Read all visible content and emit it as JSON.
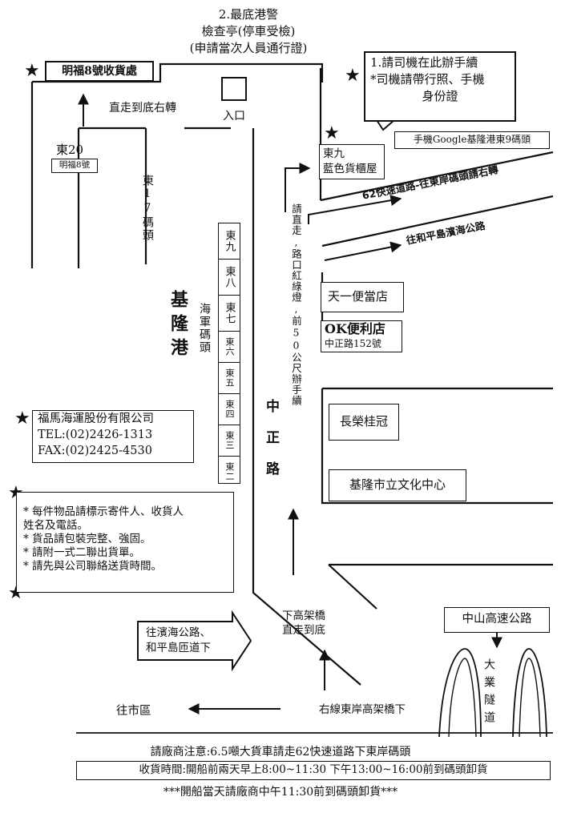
{
  "checkpoint": {
    "line1": "2.最底港警",
    "line2": "檢查亭(停車受檢)",
    "line3": "(申請當次人員通行證)"
  },
  "entrance_label": "入口",
  "mingfu_label": "明福8號收貨處",
  "go_straight_right": "直走到底右轉",
  "east20": {
    "name": "東20",
    "sub": "明福8號"
  },
  "east17": "東17碼頭",
  "keelung_port": "基隆港",
  "navy_wharf": "海軍碼頭",
  "wharves": [
    "東九",
    "東八",
    "東七",
    "東六",
    "東五",
    "東四",
    "東三",
    "東二"
  ],
  "driver_box": {
    "line1": "1.請司機在此辦手續",
    "line2": "*司機請帶行照、手機",
    "line3": "身份證"
  },
  "google_note": "手機Google基隆港東9碼頭",
  "east9_box": {
    "name": "東九",
    "sub": "藍色貨櫃屋"
  },
  "road_62": "62快速道路-往東岸碼頭請右轉",
  "road_heping": "往和平島濱海公路",
  "vertical_note": "請直走,路口紅綠燈,前50公尺辦手續",
  "tianyi": "天一便當店",
  "ok_store": {
    "name": "OK便利店",
    "addr": "中正路152號"
  },
  "zhongzheng_road": "中正路",
  "changrong": "長榮桂冠",
  "culture_center": "基隆市立文化中心",
  "company": {
    "name": "福馬海運股份有限公司",
    "tel": "TEL:(02)2426-1313",
    "fax": "FAX:(02)2425-4530"
  },
  "notes": [
    "*  每件物品請標示寄件人、收貨人",
    "    姓名及電話。",
    "*  貨品請包裝完整、強固。",
    "*  請附一式二聯出貨單。",
    "*  請先與公司聯絡送貨時間。"
  ],
  "overpass_down": {
    "line1": "下高架橋",
    "line2": "直走到底"
  },
  "coastal_box": {
    "line1": "往濱海公路、",
    "line2": "和平島匝道下"
  },
  "zhongshan_highway": "中山高速公路",
  "daye_tunnel": "大業隧道",
  "to_city": "往市區",
  "right_lane": "右線東岸高架橋下",
  "footer": {
    "line1": "請廠商注意:6.5噸大貨車請走62快速道路下東岸碼頭",
    "line2": "收貨時間:開船前兩天早上8:00~11:30 下午13:00~16:00前到碼頭卸貨",
    "line3": "***開船當天請廠商中午11:30前到碼頭卸貨***"
  }
}
